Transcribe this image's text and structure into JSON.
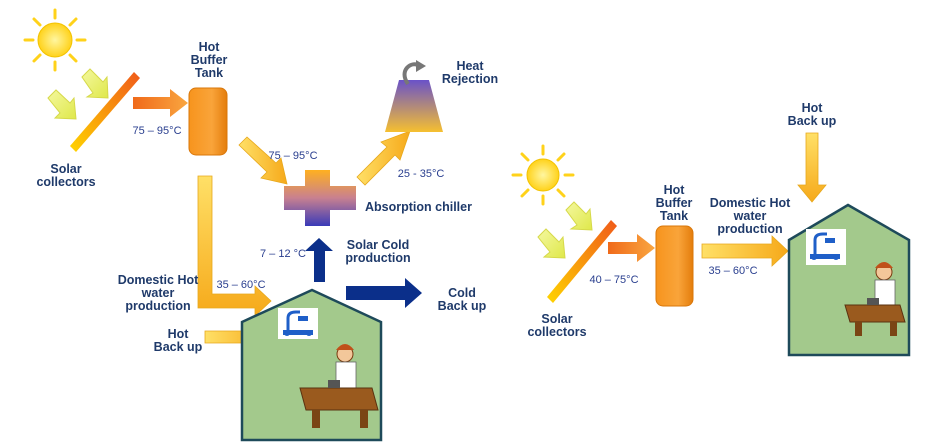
{
  "left_system": {
    "solar_collectors": "Solar\ncollectors",
    "hot_buffer_tank": "Hot\nBuffer\nTank",
    "heat_rejection": "Heat\nRejection",
    "absorption_chiller": "Absorption chiller",
    "solar_cold_production": "Solar Cold\nproduction",
    "cold_back_up": "Cold\nBack up",
    "domestic_hot_water": "Domestic Hot\nwater\nproduction",
    "hot_back_up": "Hot\nBack up",
    "temp_collector_to_tank": "75 – 95°C",
    "temp_tank_to_chiller": "75 – 95°C",
    "temp_rejection": "25 - 35°C",
    "temp_cold": "7 – 12 °C",
    "temp_hot_water": "35 – 60°C"
  },
  "right_system": {
    "hot_back_up": "Hot\nBack up",
    "domestic_hot_water": "Domestic Hot\nwater\nproduction",
    "hot_buffer_tank": "Hot\nBuffer\nTank",
    "solar_collectors": "Solar\ncollectors",
    "temp_collector_to_tank": "40 – 75°C",
    "temp_hot_water": "35 – 60°C"
  },
  "colors": {
    "sun": "#ffe24a",
    "tank": "#f7941d",
    "house_fill": "#a3c98c",
    "house_stroke": "#1e4a5a",
    "cold_arrow": "#0b2f8a",
    "hot_arrow": "#f6b21a",
    "text": "#1f3a6a"
  }
}
